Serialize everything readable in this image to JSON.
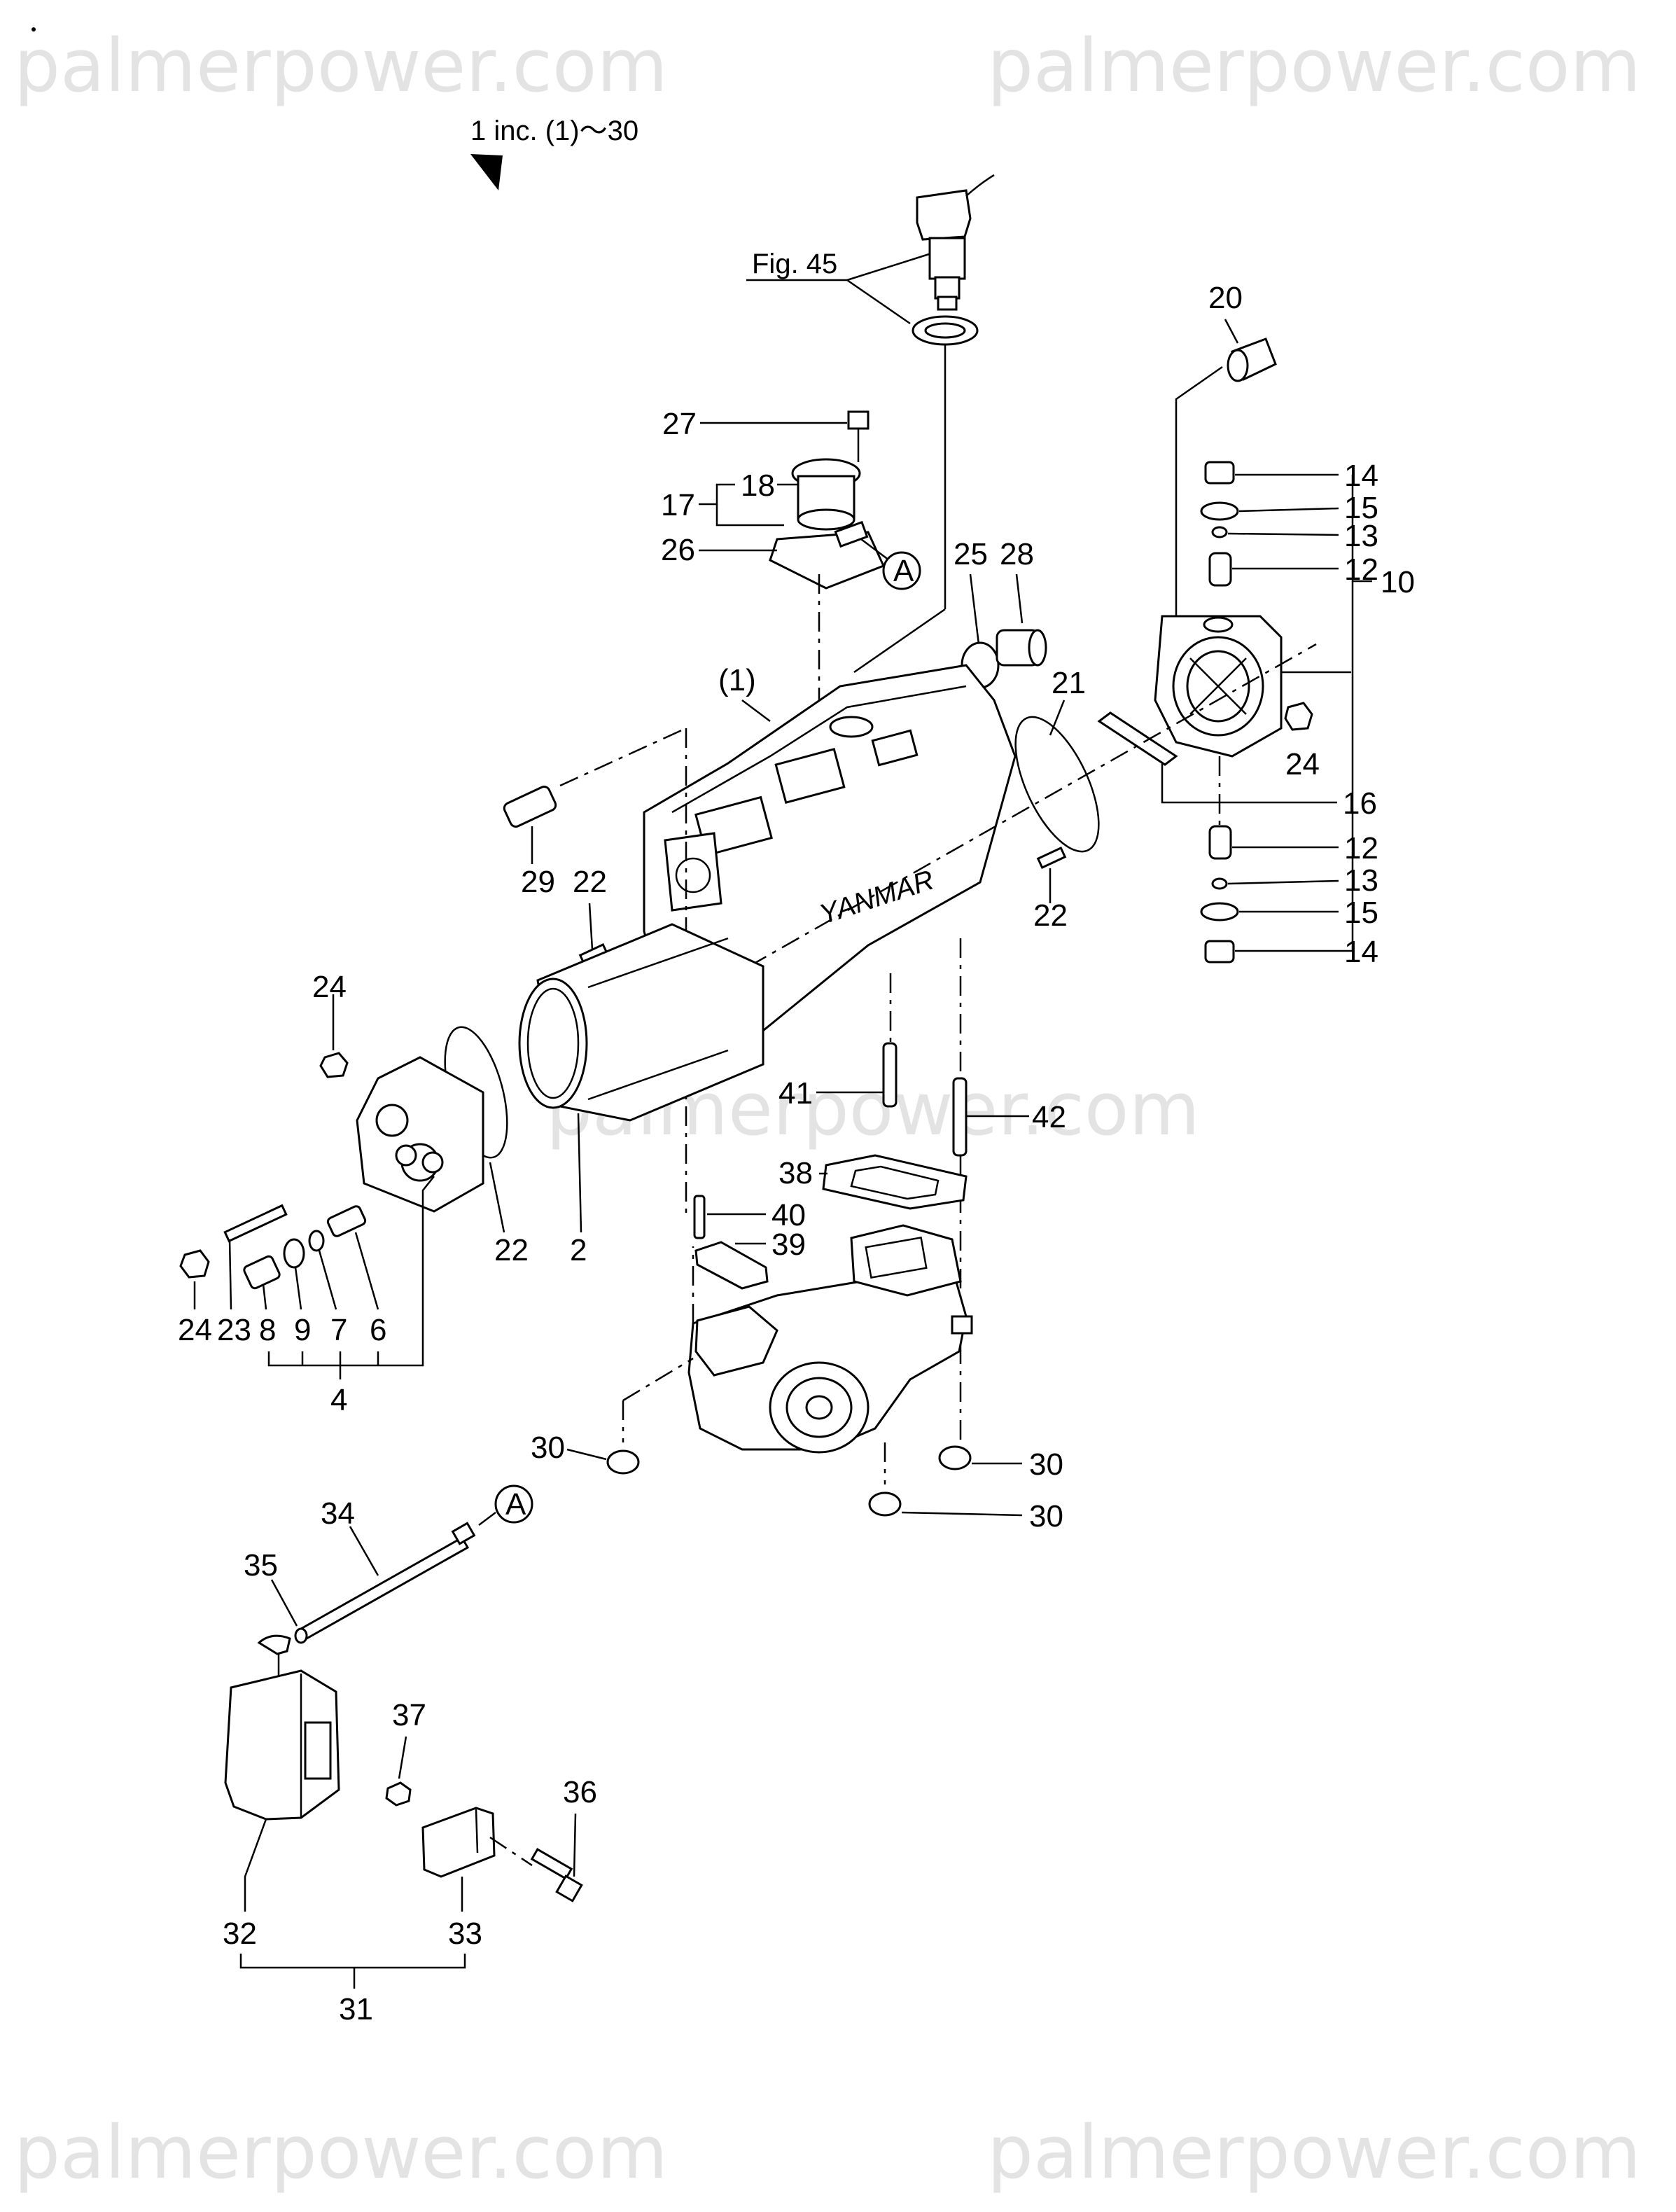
{
  "watermarks": [
    "palmerpower.com",
    "palmerpower.com",
    "palmerpower.com",
    "palmerpower.com",
    "palmerpower.com"
  ],
  "header": {
    "range_label": "1 inc. (1)～30",
    "fig_ref": "Fig. 45"
  },
  "ref_marks": [
    "A",
    "A"
  ],
  "callouts": {
    "c27": "27",
    "c18": "18",
    "c17": "17",
    "c26": "26",
    "c25": "25",
    "c28": "28",
    "c20": "20",
    "c14a": "14",
    "c15a": "15",
    "c13a": "13",
    "c12a": "12",
    "c10": "10",
    "c24a": "24",
    "c16": "16",
    "c12b": "12",
    "c13b": "13",
    "c15b": "15",
    "c14b": "14",
    "c21": "21",
    "c1": "(1)",
    "c29": "29",
    "c22a": "22",
    "c22b": "22",
    "c24b": "24",
    "c22c": "22",
    "c2": "2",
    "c41": "41",
    "c42": "42",
    "c38": "38",
    "c40": "40",
    "c39": "39",
    "c24c": "24",
    "c23": "23",
    "c8": "8",
    "c9": "9",
    "c7": "7",
    "c6": "6",
    "c4": "4",
    "c30a": "30",
    "c30b": "30",
    "c30c": "30",
    "c34": "34",
    "c35": "35",
    "c37": "37",
    "c36": "36",
    "c32": "32",
    "c33": "33",
    "c31": "31"
  },
  "casting_mark": "YANMAR"
}
